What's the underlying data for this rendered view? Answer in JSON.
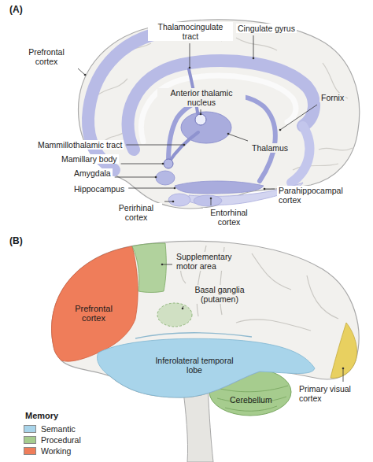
{
  "diagram": {
    "labels": [
      "(A)",
      "Prefrontal cortex",
      "Thalamocingulate tract",
      "Cingulate gyrus",
      "Anterior thalamic nucleus",
      "Fornix",
      "Thalamus",
      "Mammillothalamic tract",
      "Mamillary body",
      "Amygdala",
      "Hippocampus",
      "Perirhinal cortex",
      "Entorhinal cortex",
      "Parahippocampal cortex",
      "(B)",
      "Supplementary motor area",
      "Basal ganglia (putamen)",
      "Prefrontal cortex",
      "Inferolateral temporal lobe",
      "Cerebellum",
      "Primary visual cortex",
      "Memory"
    ],
    "legend": [
      {
        "text": "Semantic",
        "color": "#a8d4ea"
      },
      {
        "text": "Procedural",
        "color": "#a6cc8e"
      },
      {
        "text": "Working",
        "color": "#ef7d5a"
      }
    ]
  }
}
